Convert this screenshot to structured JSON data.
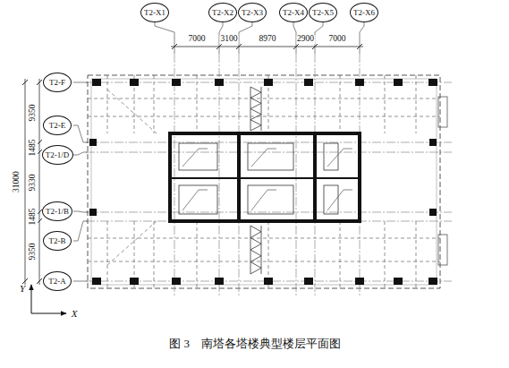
{
  "diagram": {
    "caption": "图 3　南塔各塔楼典型楼层平面图",
    "nodes": [
      {
        "text": [
          "T2-X1"
        ]
      },
      {
        "text": [
          "T2-X2"
        ]
      },
      {
        "text": [
          "T2-X3"
        ]
      },
      {
        "text": [
          "T2-X4"
        ]
      },
      {
        "text": [
          "T2-X5"
        ]
      },
      {
        "text": [
          "T2-X6"
        ]
      },
      {
        "text": [
          "T2-F"
        ]
      },
      {
        "text": [
          "T2-E"
        ]
      },
      {
        "text": [
          "T2-1/D"
        ]
      },
      {
        "text": [
          "T2-1/B"
        ]
      },
      {
        "text": [
          "T2-B"
        ]
      },
      {
        "text": [
          "T2-A"
        ]
      }
    ],
    "labels": [
      "7000",
      "3100",
      "8970",
      "2900",
      "7000",
      "9350",
      "1485",
      "31000",
      "9330",
      "1485",
      "9350",
      "Y",
      "X"
    ]
  }
}
